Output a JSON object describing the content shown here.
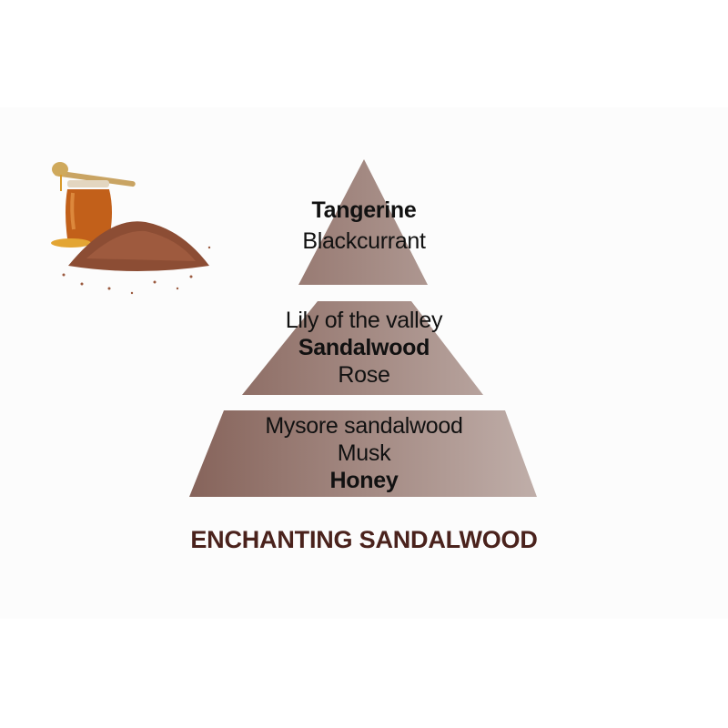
{
  "pyramid": {
    "top": {
      "notes": [
        "Tangerine",
        "Blackcurrant"
      ]
    },
    "middle": {
      "notes": [
        "Lily of the valley",
        "Sandalwood",
        "Rose"
      ]
    },
    "base": {
      "notes": [
        "Mysore sandalwood",
        "Musk",
        "Honey"
      ]
    }
  },
  "title": "ENCHANTING SANDALWOOD",
  "colors": {
    "tier_dark": "#876660",
    "tier_light": "#bdaba6",
    "title": "#4a221c"
  }
}
